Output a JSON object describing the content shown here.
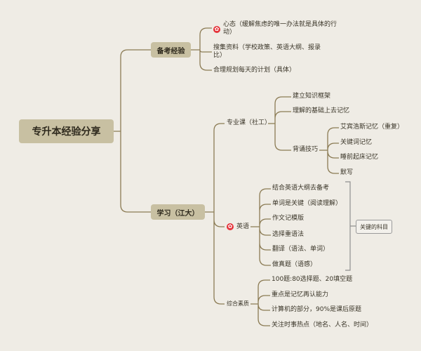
{
  "central": "专升本经验分享",
  "branches": {
    "prep": {
      "label": "备考经验",
      "items": [
        {
          "line1": "心态（缓解焦虑的唯一办法就是具体的行",
          "line2": "动）",
          "icon": "red-star-marker"
        },
        {
          "line1": "搜集资料（学校政策、英语大纲、报录",
          "line2": "比）"
        },
        {
          "line1": "合理规划每天的计划（具体）"
        }
      ]
    },
    "study": {
      "label": "学习（江大）",
      "major": {
        "label": "专业课（社工）",
        "items": [
          "建立知识框架",
          "理解的基础上去记忆",
          "背诵技巧"
        ],
        "tips": [
          "艾宾浩斯记忆（重复）",
          "关键词记忆",
          "睡前起床记忆",
          "默写"
        ]
      },
      "english": {
        "label": "英语",
        "icon": "red-star-marker",
        "items": [
          "结合英语大纲去备考",
          "单词是关键（阅读理解）",
          "作文记模版",
          "选择重语法",
          "翻译（语法、单词）",
          "做真题（语感）"
        ],
        "summary": "关键的科目"
      },
      "general": {
        "label": "综合素质",
        "items": [
          "100题:80选择题、20填空题",
          "重点是记忆再认能力",
          "计算机的部分，90%是课后原题",
          "关注时事热点（地名、人名、时间）"
        ]
      }
    }
  },
  "colors": {
    "background": "#efece5",
    "node": "#c8c0a2",
    "line": "#8b7b54",
    "marker": "#e5333a"
  }
}
